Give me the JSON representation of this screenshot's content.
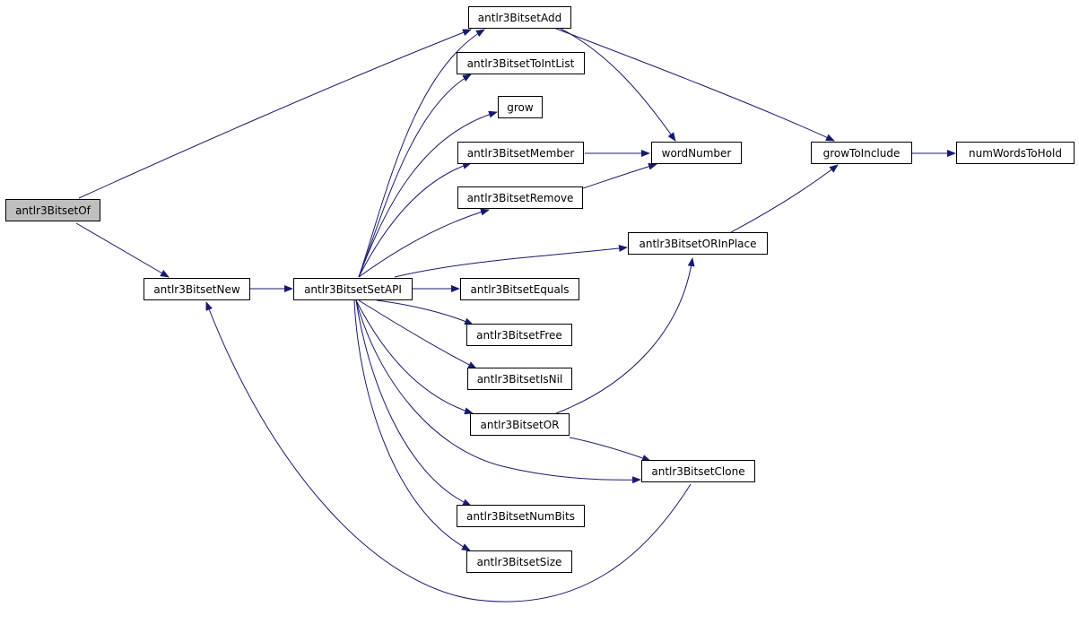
{
  "diagram": {
    "type": "call-graph",
    "root": "antlr3BitsetOf",
    "colors": {
      "edge": "#191970",
      "node_border": "#000000",
      "root_fill": "#bfbfbf",
      "node_fill": "#ffffff"
    },
    "nodes": {
      "antlr3BitsetOf": "antlr3BitsetOf",
      "antlr3BitsetAdd": "antlr3BitsetAdd",
      "antlr3BitsetNew": "antlr3BitsetNew",
      "antlr3BitsetSetAPI": "antlr3BitsetSetAPI",
      "antlr3BitsetToIntList": "antlr3BitsetToIntList",
      "grow": "grow",
      "antlr3BitsetMember": "antlr3BitsetMember",
      "antlr3BitsetRemove": "antlr3BitsetRemove",
      "antlr3BitsetORInPlace": "antlr3BitsetORInPlace",
      "antlr3BitsetEquals": "antlr3BitsetEquals",
      "antlr3BitsetFree": "antlr3BitsetFree",
      "antlr3BitsetIsNil": "antlr3BitsetIsNil",
      "antlr3BitsetOR": "antlr3BitsetOR",
      "antlr3BitsetClone": "antlr3BitsetClone",
      "antlr3BitsetNumBits": "antlr3BitsetNumBits",
      "antlr3BitsetSize": "antlr3BitsetSize",
      "wordNumber": "wordNumber",
      "growToInclude": "growToInclude",
      "numWordsToHold": "numWordsToHold"
    },
    "edges": [
      [
        "antlr3BitsetOf",
        "antlr3BitsetAdd"
      ],
      [
        "antlr3BitsetOf",
        "antlr3BitsetNew"
      ],
      [
        "antlr3BitsetNew",
        "antlr3BitsetSetAPI"
      ],
      [
        "antlr3BitsetSetAPI",
        "antlr3BitsetAdd"
      ],
      [
        "antlr3BitsetSetAPI",
        "antlr3BitsetToIntList"
      ],
      [
        "antlr3BitsetSetAPI",
        "grow"
      ],
      [
        "antlr3BitsetSetAPI",
        "antlr3BitsetMember"
      ],
      [
        "antlr3BitsetSetAPI",
        "antlr3BitsetRemove"
      ],
      [
        "antlr3BitsetSetAPI",
        "antlr3BitsetORInPlace"
      ],
      [
        "antlr3BitsetSetAPI",
        "antlr3BitsetEquals"
      ],
      [
        "antlr3BitsetSetAPI",
        "antlr3BitsetFree"
      ],
      [
        "antlr3BitsetSetAPI",
        "antlr3BitsetIsNil"
      ],
      [
        "antlr3BitsetSetAPI",
        "antlr3BitsetOR"
      ],
      [
        "antlr3BitsetSetAPI",
        "antlr3BitsetClone"
      ],
      [
        "antlr3BitsetSetAPI",
        "antlr3BitsetNumBits"
      ],
      [
        "antlr3BitsetSetAPI",
        "antlr3BitsetSize"
      ],
      [
        "antlr3BitsetAdd",
        "wordNumber"
      ],
      [
        "antlr3BitsetAdd",
        "growToInclude"
      ],
      [
        "antlr3BitsetMember",
        "wordNumber"
      ],
      [
        "antlr3BitsetRemove",
        "wordNumber"
      ],
      [
        "antlr3BitsetORInPlace",
        "growToInclude"
      ],
      [
        "growToInclude",
        "numWordsToHold"
      ],
      [
        "antlr3BitsetOR",
        "antlr3BitsetORInPlace"
      ],
      [
        "antlr3BitsetOR",
        "antlr3BitsetClone"
      ],
      [
        "antlr3BitsetClone",
        "antlr3BitsetNew"
      ]
    ]
  }
}
